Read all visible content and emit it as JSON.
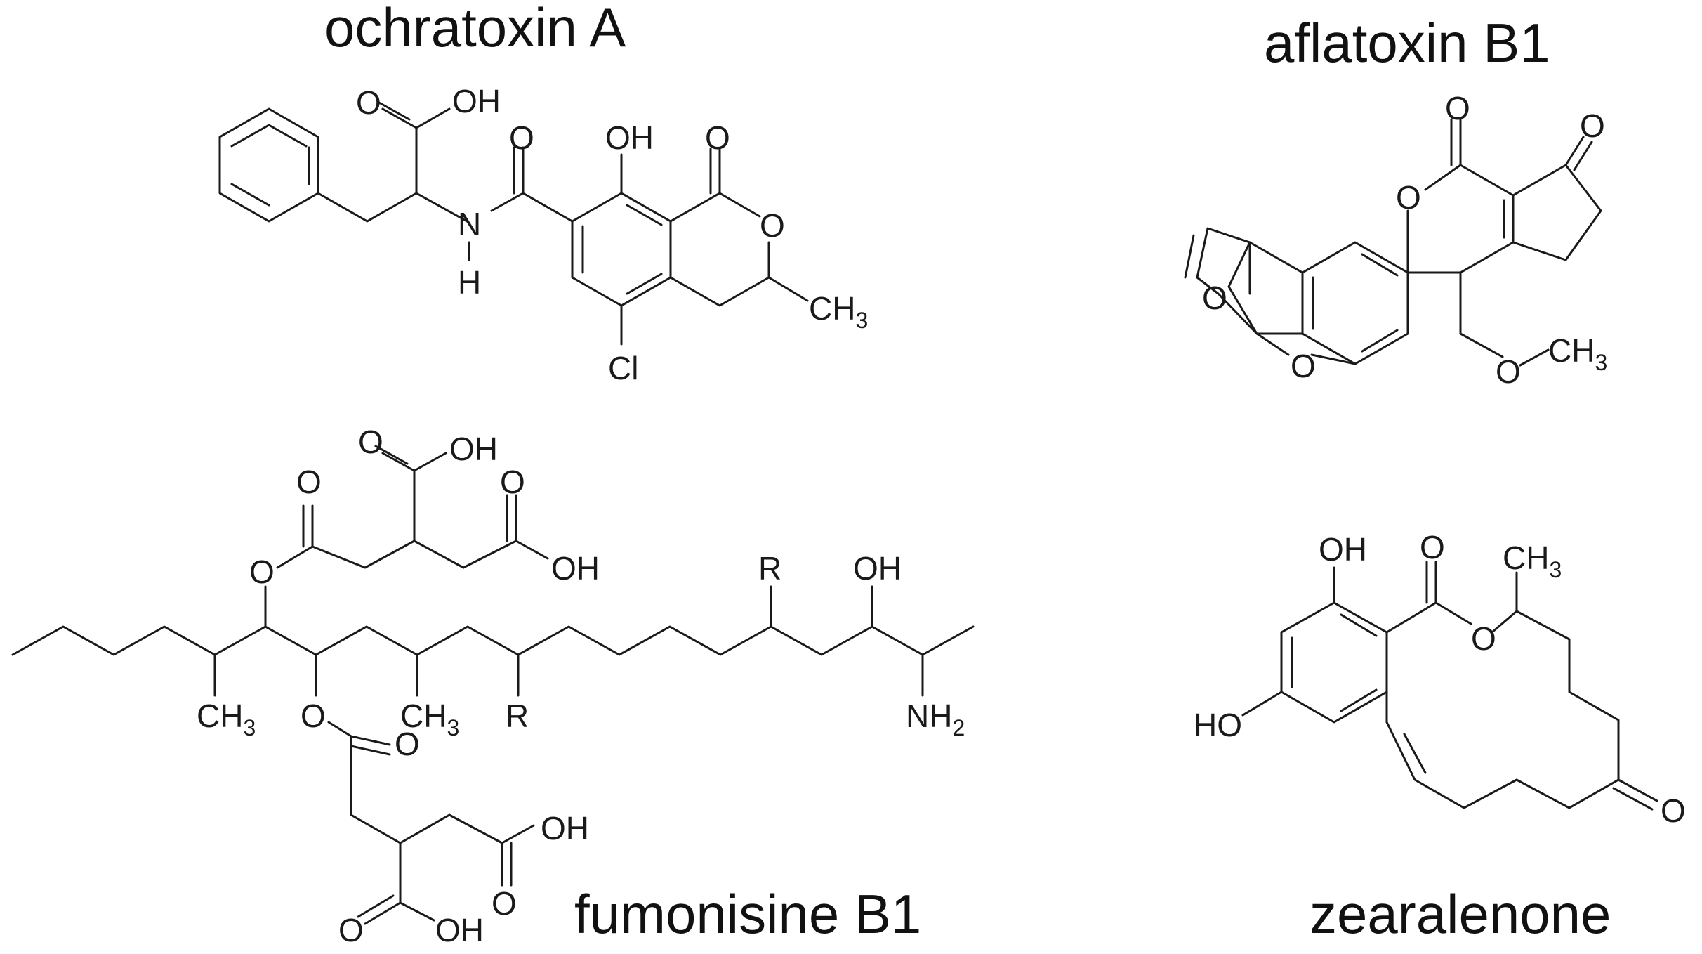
{
  "compounds": [
    {
      "id": "ochratoxin",
      "name": "ochratoxin A"
    },
    {
      "id": "aflatoxin",
      "name": "aflatoxin B1"
    },
    {
      "id": "fumonisin",
      "name": "fumonisine B1"
    },
    {
      "id": "zearalenone",
      "name": "zearalenone"
    }
  ],
  "atoms": {
    "o": "O",
    "oh": "OH",
    "ho": "HO",
    "n": "N",
    "h": "H",
    "cl": "Cl",
    "r": "R",
    "ch": "CH",
    "nh": "NH",
    "sub3": "3",
    "sub2": "2"
  }
}
